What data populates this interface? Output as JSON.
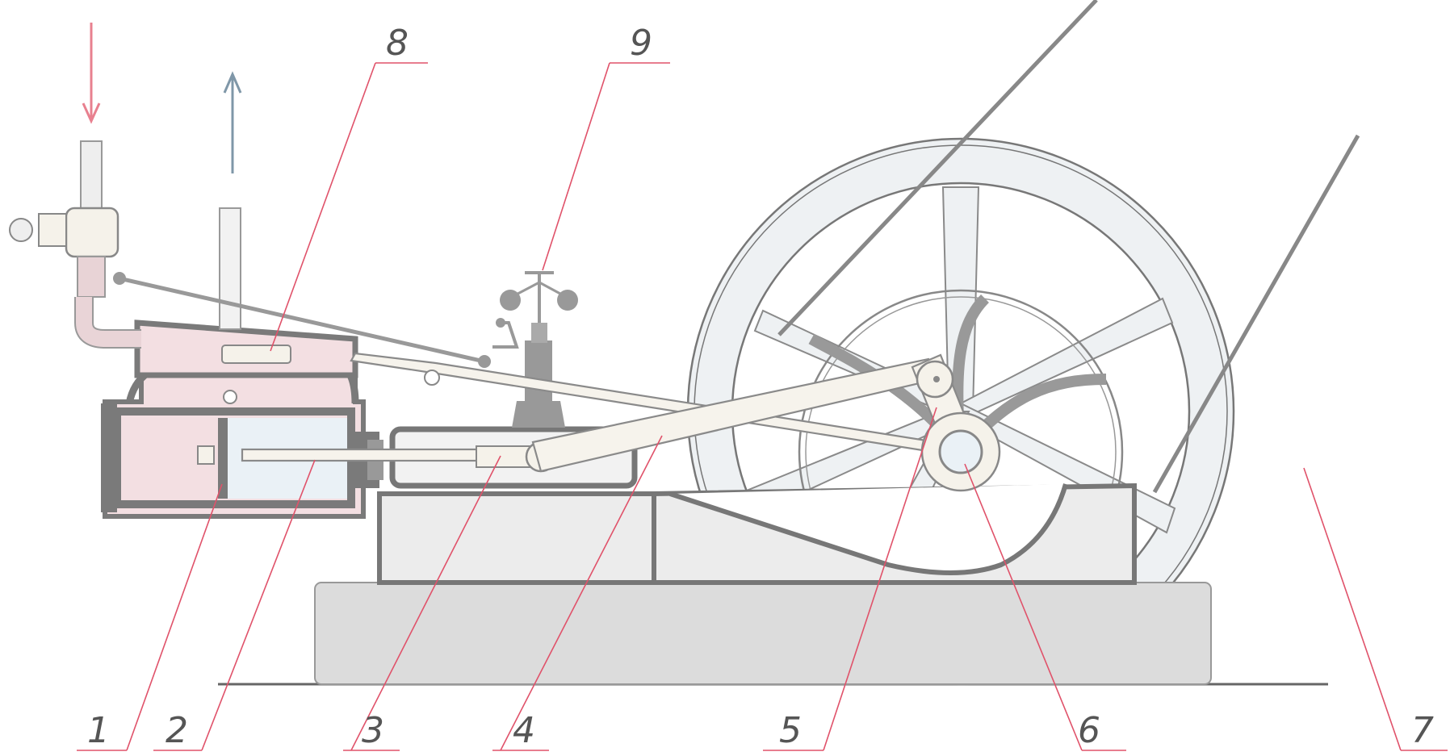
{
  "callouts": [
    {
      "id": "1",
      "label": "1"
    },
    {
      "id": "2",
      "label": "2"
    },
    {
      "id": "3",
      "label": "3"
    },
    {
      "id": "4",
      "label": "4"
    },
    {
      "id": "5",
      "label": "5"
    },
    {
      "id": "6",
      "label": "6"
    },
    {
      "id": "7",
      "label": "7"
    },
    {
      "id": "8",
      "label": "8"
    },
    {
      "id": "9",
      "label": "9"
    }
  ],
  "colors": {
    "leader": "#e0526a",
    "steam_in_arrow": "#e8808f",
    "exhaust_arrow": "#7f97a8",
    "steam_chamber": "#f3dfe2",
    "metal_outline": "#7a7a7a",
    "cast_iron": "#ececec"
  },
  "icons": {
    "steam_in": "down-arrow-icon",
    "exhaust_out": "up-arrow-icon"
  }
}
